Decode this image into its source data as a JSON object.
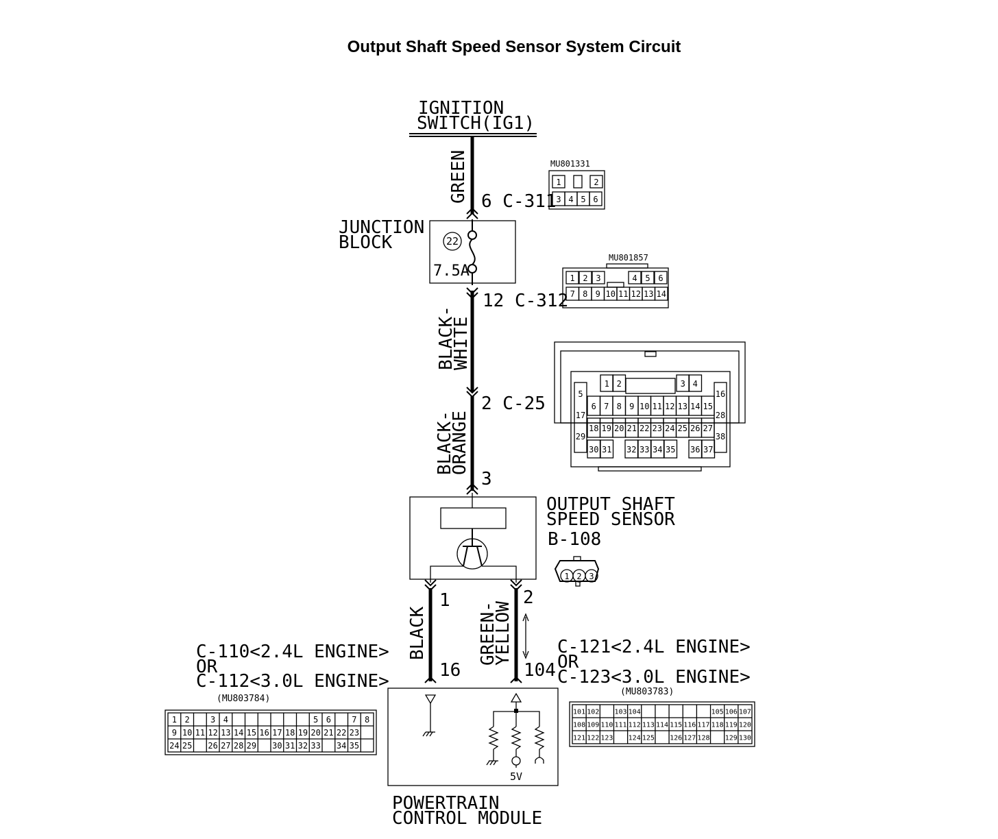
{
  "title": "Output Shaft Speed Sensor System Circuit",
  "ignition_switch": {
    "line1": "IGNITION",
    "line2": "SWITCH(IG1)"
  },
  "wires": {
    "green": "GREEN",
    "black_white": {
      "line1": "BLACK-",
      "line2": "WHITE"
    },
    "black_orange": {
      "line1": "BLACK-",
      "line2": "ORANGE"
    },
    "black": "BLACK",
    "green_yellow": {
      "line1": "GREEN-",
      "line2": "YELLOW"
    }
  },
  "terminals": {
    "c311": "6 C-311",
    "c312": "12 C-312",
    "c25": "2 C-25",
    "sensor_pin3": "3",
    "sensor_pin1": "1",
    "sensor_pin2": "2",
    "pcm_pin16": "16",
    "pcm_pin104": "104"
  },
  "junction_block": {
    "line1": "JUNCTION",
    "line2": "BLOCK",
    "fuse_number": "22",
    "fuse_rating": "7.5A"
  },
  "sensor": {
    "line1": "OUTPUT SHAFT",
    "line2": "SPEED SENSOR",
    "connector": "B-108",
    "pins": [
      "1",
      "2",
      "3"
    ]
  },
  "pcm": {
    "line1": "POWERTRAIN",
    "line2": "CONTROL MODULE",
    "supply": "5V"
  },
  "connector_c110": {
    "line1": "C-110<2.4L ENGINE>",
    "line2": "OR",
    "line3": "C-112<3.0L ENGINE>",
    "part": "(MU803784)",
    "rows": [
      [
        "1",
        "2",
        "",
        "3",
        "4",
        "",
        "",
        "",
        "",
        "",
        "",
        "5",
        "6",
        "",
        "7",
        "8"
      ],
      [
        "9",
        "10",
        "11",
        "12",
        "13",
        "14",
        "15",
        "16",
        "17",
        "18",
        "19",
        "20",
        "21",
        "22",
        "23",
        ""
      ],
      [
        "24",
        "25",
        "",
        "26",
        "27",
        "28",
        "29",
        "",
        "30",
        "31",
        "32",
        "33",
        "",
        "34",
        "35",
        ""
      ]
    ]
  },
  "connector_c121": {
    "line1": "C-121<2.4L ENGINE>",
    "line2": "OR",
    "line3": "C-123<3.0L ENGINE>",
    "part": "(MU803783)",
    "rows": [
      [
        "101",
        "102",
        "",
        "103",
        "104",
        "",
        "",
        "",
        "",
        "",
        "105",
        "106",
        "107"
      ],
      [
        "108",
        "109",
        "110",
        "111",
        "112",
        "113",
        "114",
        "115",
        "116",
        "117",
        "118",
        "119",
        "120"
      ],
      [
        "121",
        "122",
        "123",
        "",
        "124",
        "125",
        "",
        "126",
        "127",
        "128",
        "",
        "129",
        "130"
      ]
    ]
  },
  "connector_mu801331": {
    "part": "MU801331",
    "top": [
      "1",
      "2"
    ],
    "bottom": [
      "3",
      "4",
      "5",
      "6"
    ]
  },
  "connector_mu801857": {
    "part": "MU801857",
    "top": [
      "1",
      "2",
      "3",
      "4",
      "5",
      "6"
    ],
    "bottom": [
      "7",
      "8",
      "9",
      "10",
      "11",
      "12",
      "13",
      "14"
    ]
  },
  "connector_c25": {
    "row1": [
      "1",
      "2",
      "3",
      "4"
    ],
    "left": [
      "5",
      "17",
      "29"
    ],
    "right": [
      "16",
      "28",
      "38"
    ],
    "row2": [
      "6",
      "7",
      "8",
      "9",
      "10",
      "11",
      "12",
      "13",
      "14",
      "15"
    ],
    "row3": [
      "18",
      "19",
      "20",
      "21",
      "22",
      "23",
      "24",
      "25",
      "26",
      "27"
    ],
    "row4": [
      "30",
      "31",
      "32",
      "33",
      "34",
      "35",
      "36",
      "37"
    ]
  }
}
